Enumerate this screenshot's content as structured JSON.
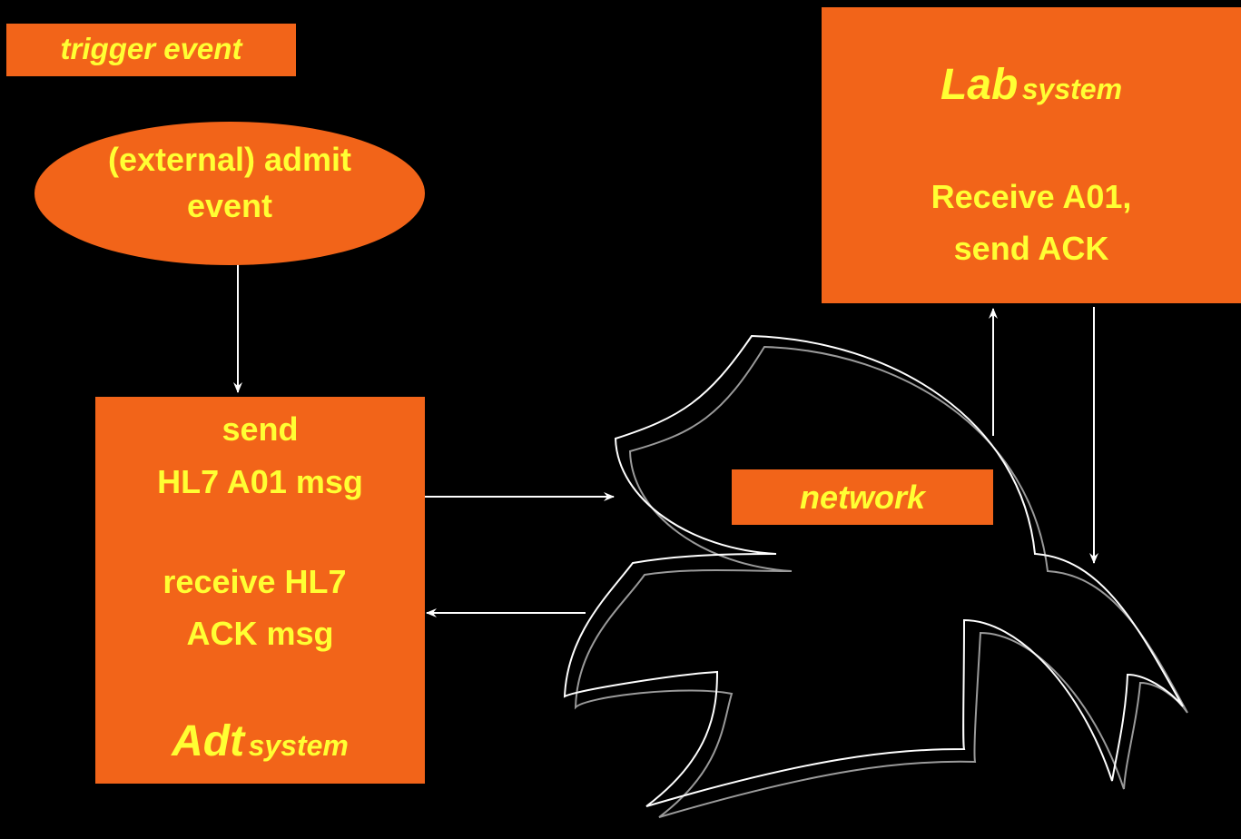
{
  "colors": {
    "background": "#000000",
    "box_fill": "#f26419",
    "text": "#ffff33",
    "line": "#ffffff",
    "shadow": "#9a9a9a"
  },
  "trigger_label": "trigger event",
  "admit_event": {
    "line1": "(external) admit",
    "line2": "event"
  },
  "adt": {
    "send_line1": "send",
    "send_line2": "HL7 A01 msg",
    "recv_line1": "receive HL7",
    "recv_line2": "ACK msg",
    "system_name": "Adt",
    "system_suffix": "system"
  },
  "lab": {
    "system_name": "Lab",
    "system_suffix": "system",
    "line1": "Receive A01,",
    "line2": "send ACK"
  },
  "network_label": "network"
}
